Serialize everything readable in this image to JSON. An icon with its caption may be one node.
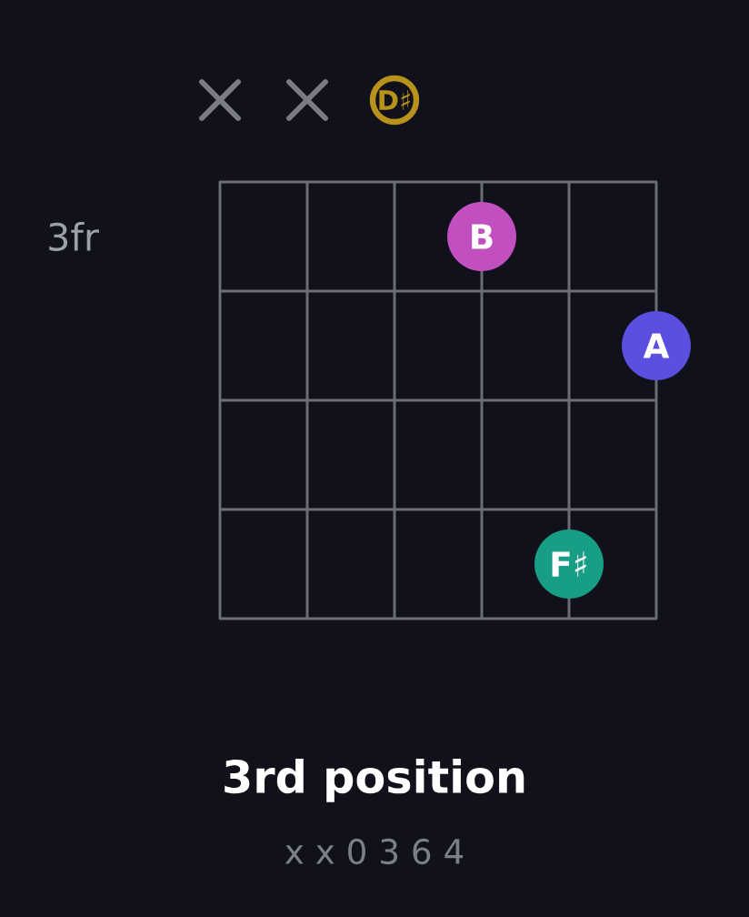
{
  "diagram": {
    "title": "3rd position",
    "caption": "x x 0 3 6 4",
    "nodes": [
      {
        "text": [
          "D♯"
        ]
      },
      {
        "text": [
          "B"
        ]
      },
      {
        "text": [
          "A"
        ]
      },
      {
        "text": [
          "F♯"
        ]
      }
    ],
    "labels": [
      "3fr"
    ]
  }
}
